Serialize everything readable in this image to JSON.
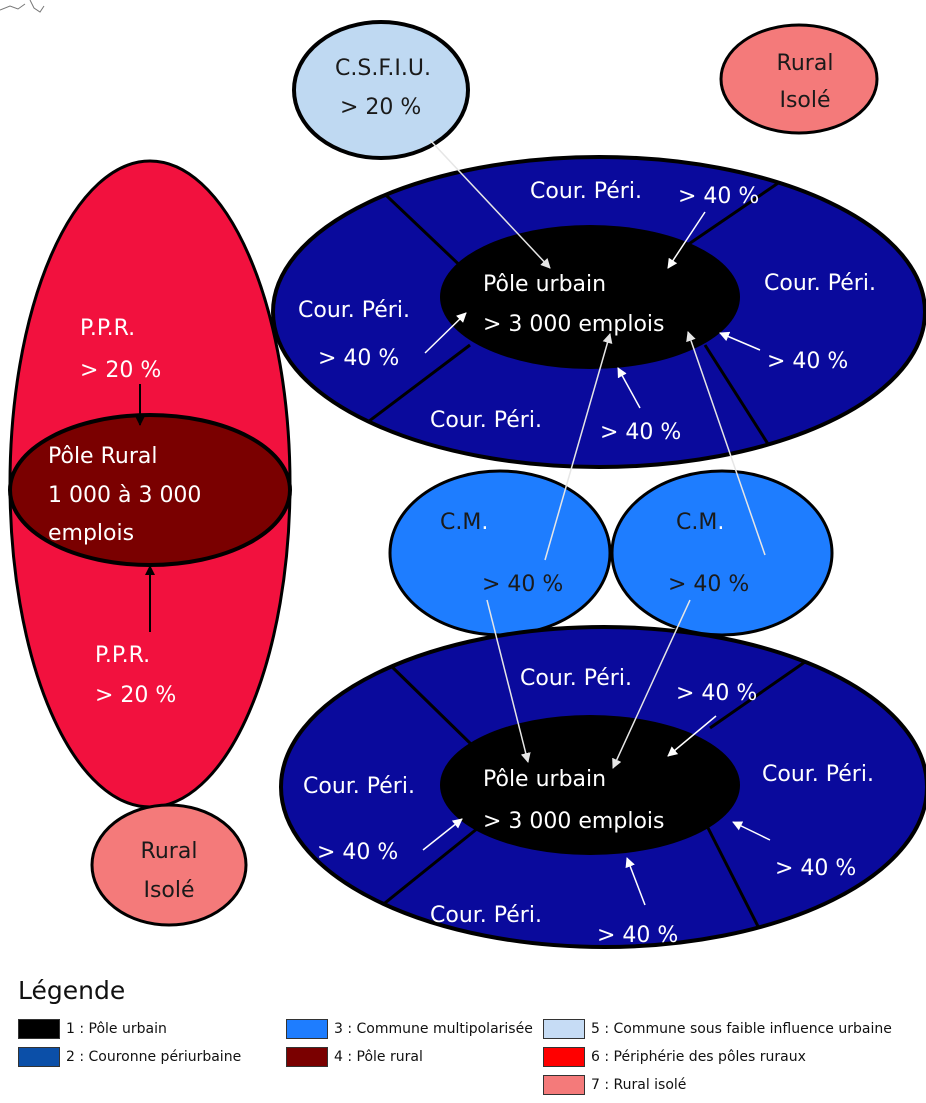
{
  "colors": {
    "pole_urbain": "#000000",
    "couronne": "#0a0a9c",
    "multipolarisee": "#1e7dff",
    "pole_rural": "#7a0000",
    "csfiu": "#bfd9f2",
    "peripherie_rurale": "#f2113e",
    "rural_isole": "#f47a7a"
  },
  "csfiu": {
    "line1": "C.S.F.I.U.",
    "line2": "> 20 %"
  },
  "rural_isole_top": {
    "line1": "Rural",
    "line2": "Isolé"
  },
  "rural_isole_bottom": {
    "line1": "Rural",
    "line2": "Isolé"
  },
  "rural_area": {
    "ppr_top": {
      "line1": "P.P.R.",
      "line2": "> 20 %"
    },
    "ppr_bottom": {
      "line1": "P.P.R.",
      "line2": "> 20 %"
    },
    "pole": {
      "line1": "Pôle Rural",
      "line2": "1 000 à 3 000",
      "line3": "emplois"
    }
  },
  "urban_top": {
    "pole": {
      "line1": "Pôle urbain",
      "line2": "> 3 000 emplois"
    },
    "cour_top": {
      "label": "Cour. Péri.",
      "pct": "> 40 %"
    },
    "cour_left": {
      "label": "Cour. Péri.",
      "pct": "> 40 %"
    },
    "cour_right": {
      "label": "Cour. Péri.",
      "pct": "> 40 %"
    },
    "cour_bottom": {
      "label": "Cour. Péri.",
      "pct": "> 40 %"
    }
  },
  "multipolarisee": [
    {
      "label": "C.M",
      "dot": ".",
      "pct": "> 40 %"
    },
    {
      "label": "C.M",
      "dot": ".",
      "pct": "> 40 %"
    }
  ],
  "urban_bottom": {
    "pole": {
      "line1": "Pôle urbain",
      "line2": "> 3 000 emplois"
    },
    "cour_top": {
      "label": "Cour. Péri.",
      "pct": "> 40 %"
    },
    "cour_left": {
      "label": "Cour. Péri.",
      "pct": "> 40 %"
    },
    "cour_right": {
      "label": "Cour. Péri.",
      "pct": "> 40 %"
    },
    "cour_bottom": {
      "label": "Cour. Péri.",
      "pct": "> 40 %"
    }
  },
  "legend": {
    "title": "Légende",
    "items": [
      {
        "label": "1 : Pôle urbain",
        "color": "#000000"
      },
      {
        "label": "2 : Couronne périurbaine",
        "color": "#0b4fa8"
      },
      {
        "label": "3 : Commune multipolarisée",
        "color": "#1e7dff"
      },
      {
        "label": "4 : Pôle rural",
        "color": "#7a0000"
      },
      {
        "label": "5 : Commune sous faible influence urbaine",
        "color": "#c6dcf5"
      },
      {
        "label": "6 : Périphérie des pôles ruraux",
        "color": "#ff0000"
      },
      {
        "label": "7 : Rural isolé",
        "color": "#f47a7a"
      }
    ]
  }
}
